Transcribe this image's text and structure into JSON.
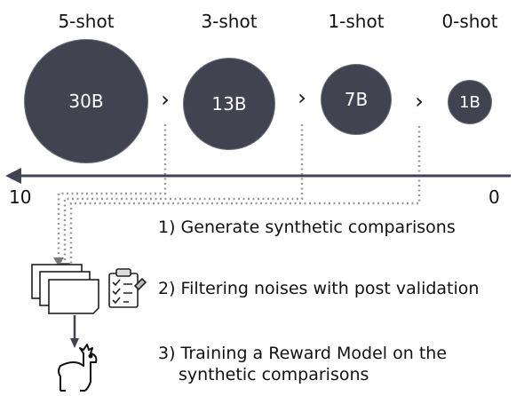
{
  "shots": [
    "5-shot",
    "3-shot",
    "1-shot",
    "0-shot"
  ],
  "models": [
    "30B",
    "13B",
    "7B",
    "1B"
  ],
  "chevron": "›",
  "axis": {
    "left_label": "10",
    "right_label": "0"
  },
  "steps": {
    "generate": "1) Generate synthetic comparisons",
    "filter": "2) Filtering noises with post validation",
    "train_line1": "3) Training a Reward Model on the",
    "train_line2": "synthetic comparisons"
  },
  "icons": [
    "documents-icon",
    "clipboard-checklist-icon",
    "llama-icon"
  ],
  "colors": {
    "circle_fill": "#414351",
    "arrow": "#404354",
    "dotted": "#9a9a9a"
  }
}
